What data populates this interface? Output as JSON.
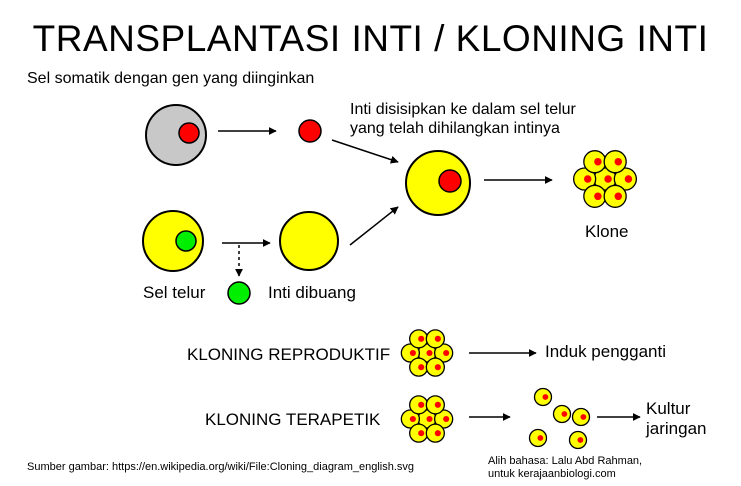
{
  "title": "TRANSPLANTASI INTI / KLONING INTI",
  "labels": {
    "somatic_cell": "Sel somatik dengan gen yang diinginkan",
    "nucleus_inserted": "Inti disisipkan ke dalam sel telur\nyang telah dihilangkan intinya",
    "clone": "Klone",
    "egg_cell": "Sel telur",
    "nucleus_removed": "Inti dibuang",
    "reproductive_cloning": "KLONING REPRODUKTIF",
    "surrogate_mother": "Induk pengganti",
    "therapeutic_cloning": "KLONING TERAPETIK",
    "tissue_culture": "Kultur\njaringan"
  },
  "footer": {
    "source": "Sumber gambar: https://en.wikipedia.org/wiki/File:Cloning_diagram_english.svg",
    "translation_credit": "Alih bahasa: Lalu Abd Rahman,\nuntuk kerajaanbiologi.com"
  },
  "colors": {
    "somatic_cytoplasm": "#c8c8c8",
    "egg_cytoplasm": "#ffff00",
    "donor_nucleus": "#ff0000",
    "egg_nucleus": "#00ee00",
    "outline": "#000000"
  }
}
